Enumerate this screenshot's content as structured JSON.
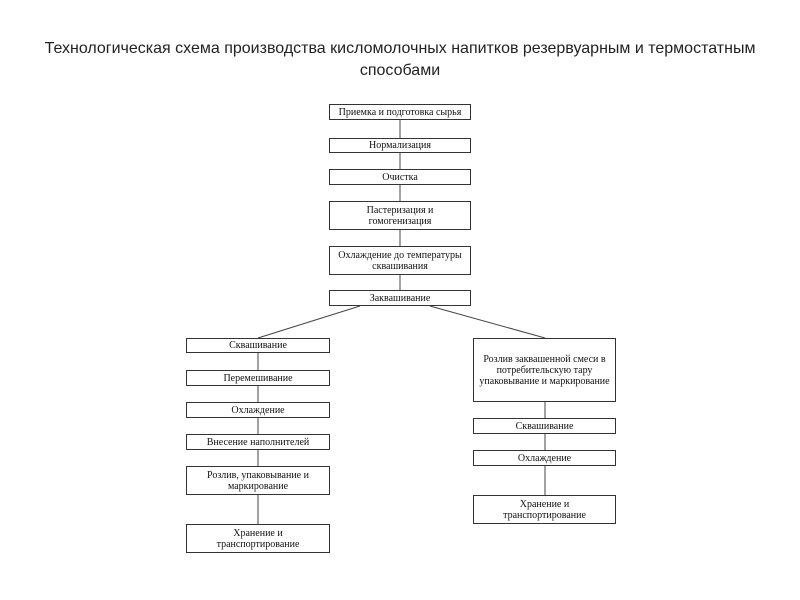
{
  "title": "Технологическая схема производства кисломолочных напитков резервуарным и термостатным способами",
  "main_steps": [
    "Приемка и подготовка сырья",
    "Нормализация",
    "Очистка",
    "Пастеризация и гомогенизация",
    "Охлаждение до температуры сквашивания",
    "Заквашивание"
  ],
  "left_branch": [
    "Сквашивание",
    "Перемешивание",
    "Охлаждение",
    "Внесение наполнителей",
    "Розлив, упаковывание и маркирование",
    "Хранение и транспортирование"
  ],
  "right_branch": [
    "Розлив заквашенной смеси в потребительскую тару упаковывание и маркирование",
    "Сквашивание",
    "Охлаждение",
    "Хранение и транспортирование"
  ]
}
